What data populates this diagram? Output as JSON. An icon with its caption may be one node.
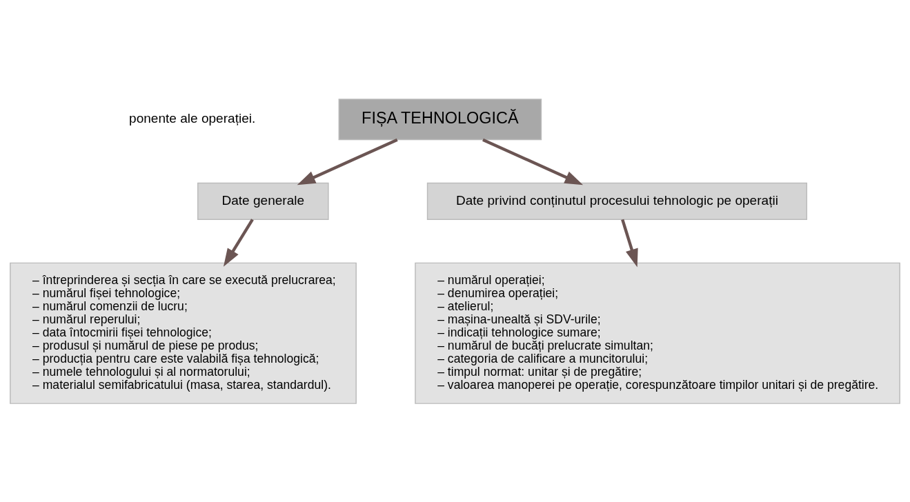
{
  "diagram": {
    "nodes": [
      {
        "text": [
          "FIȘA TEHNOLOGICĂ"
        ]
      },
      {
        "text": [
          "Date generale"
        ]
      },
      {
        "text": [
          "Date privind conținutul procesului tehnologic pe operații"
        ]
      },
      {
        "text": [
          "– întreprinderea și secția în care se execută prelucrarea;",
          "– numărul fișei tehnologice;",
          "– numărul comenzii de lucru;",
          "– numărul reperului;",
          "– data întocmirii fișei tehnologice;",
          "– produsul și numărul de piese pe produs;",
          "– producția pentru care este valabilă fișa tehnologică;",
          "– numele tehnologului și al normatorului;",
          "– materialul semifabricatului (masa, starea, standardul)."
        ]
      },
      {
        "text": [
          "– numărul operației;",
          "– denumirea operației;",
          "– atelierul;",
          "– mașina-unealtă și SDV-urile;",
          "– indicații tehnologice sumare;",
          "– numărul de bucăți prelucrate simultan;",
          "– categoria de calificare a muncitorului;",
          "– timpul normat: unitar și de pregătire;",
          "– valoarea manoperei pe operație, corespunzătoare timpilor unitari și de pregătire."
        ]
      }
    ],
    "edges": [
      {
        "from": 0,
        "to": 1,
        "arrow": "to"
      },
      {
        "from": 0,
        "to": 2,
        "arrow": "to"
      },
      {
        "from": 1,
        "to": 3,
        "arrow": "to"
      },
      {
        "from": 2,
        "to": 4,
        "arrow": "to"
      }
    ],
    "labels": [
      "ponente ale operației."
    ]
  }
}
